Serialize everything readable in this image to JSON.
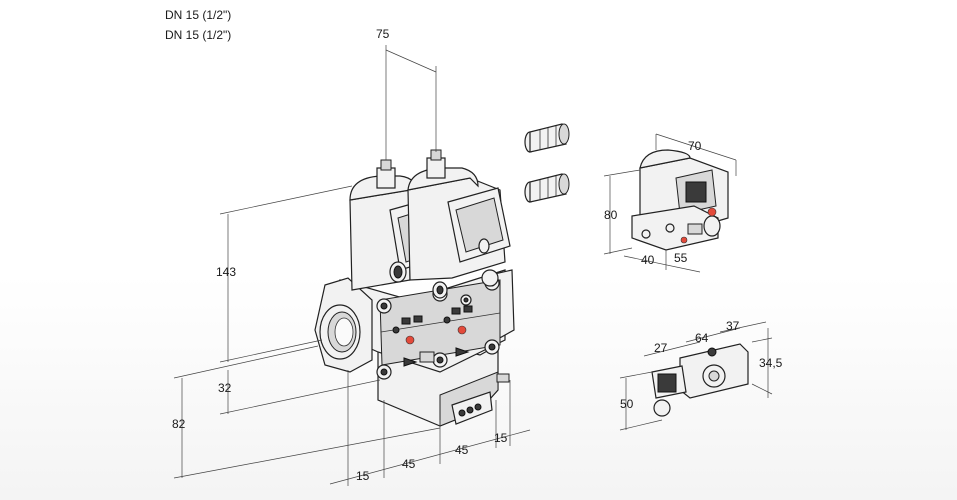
{
  "header": {
    "line1": "DN 15 (1/2\")",
    "line2": "DN 15 (1/2\")"
  },
  "dimensions": {
    "d75": "75",
    "d143": "143",
    "d32": "32",
    "d82": "82",
    "d15_bottom": "15",
    "d45_a": "45",
    "d45_b": "45",
    "d15_right": "15",
    "d70": "70",
    "d80": "80",
    "d40": "40",
    "d55": "55",
    "d27": "27",
    "d64": "64",
    "d37": "37",
    "d34_5": "34,5",
    "d50": "50"
  },
  "colors": {
    "outline": "#222222",
    "dark_part": "#3a3a3a",
    "accent": "#e34a3a",
    "background": "#ffffff"
  }
}
